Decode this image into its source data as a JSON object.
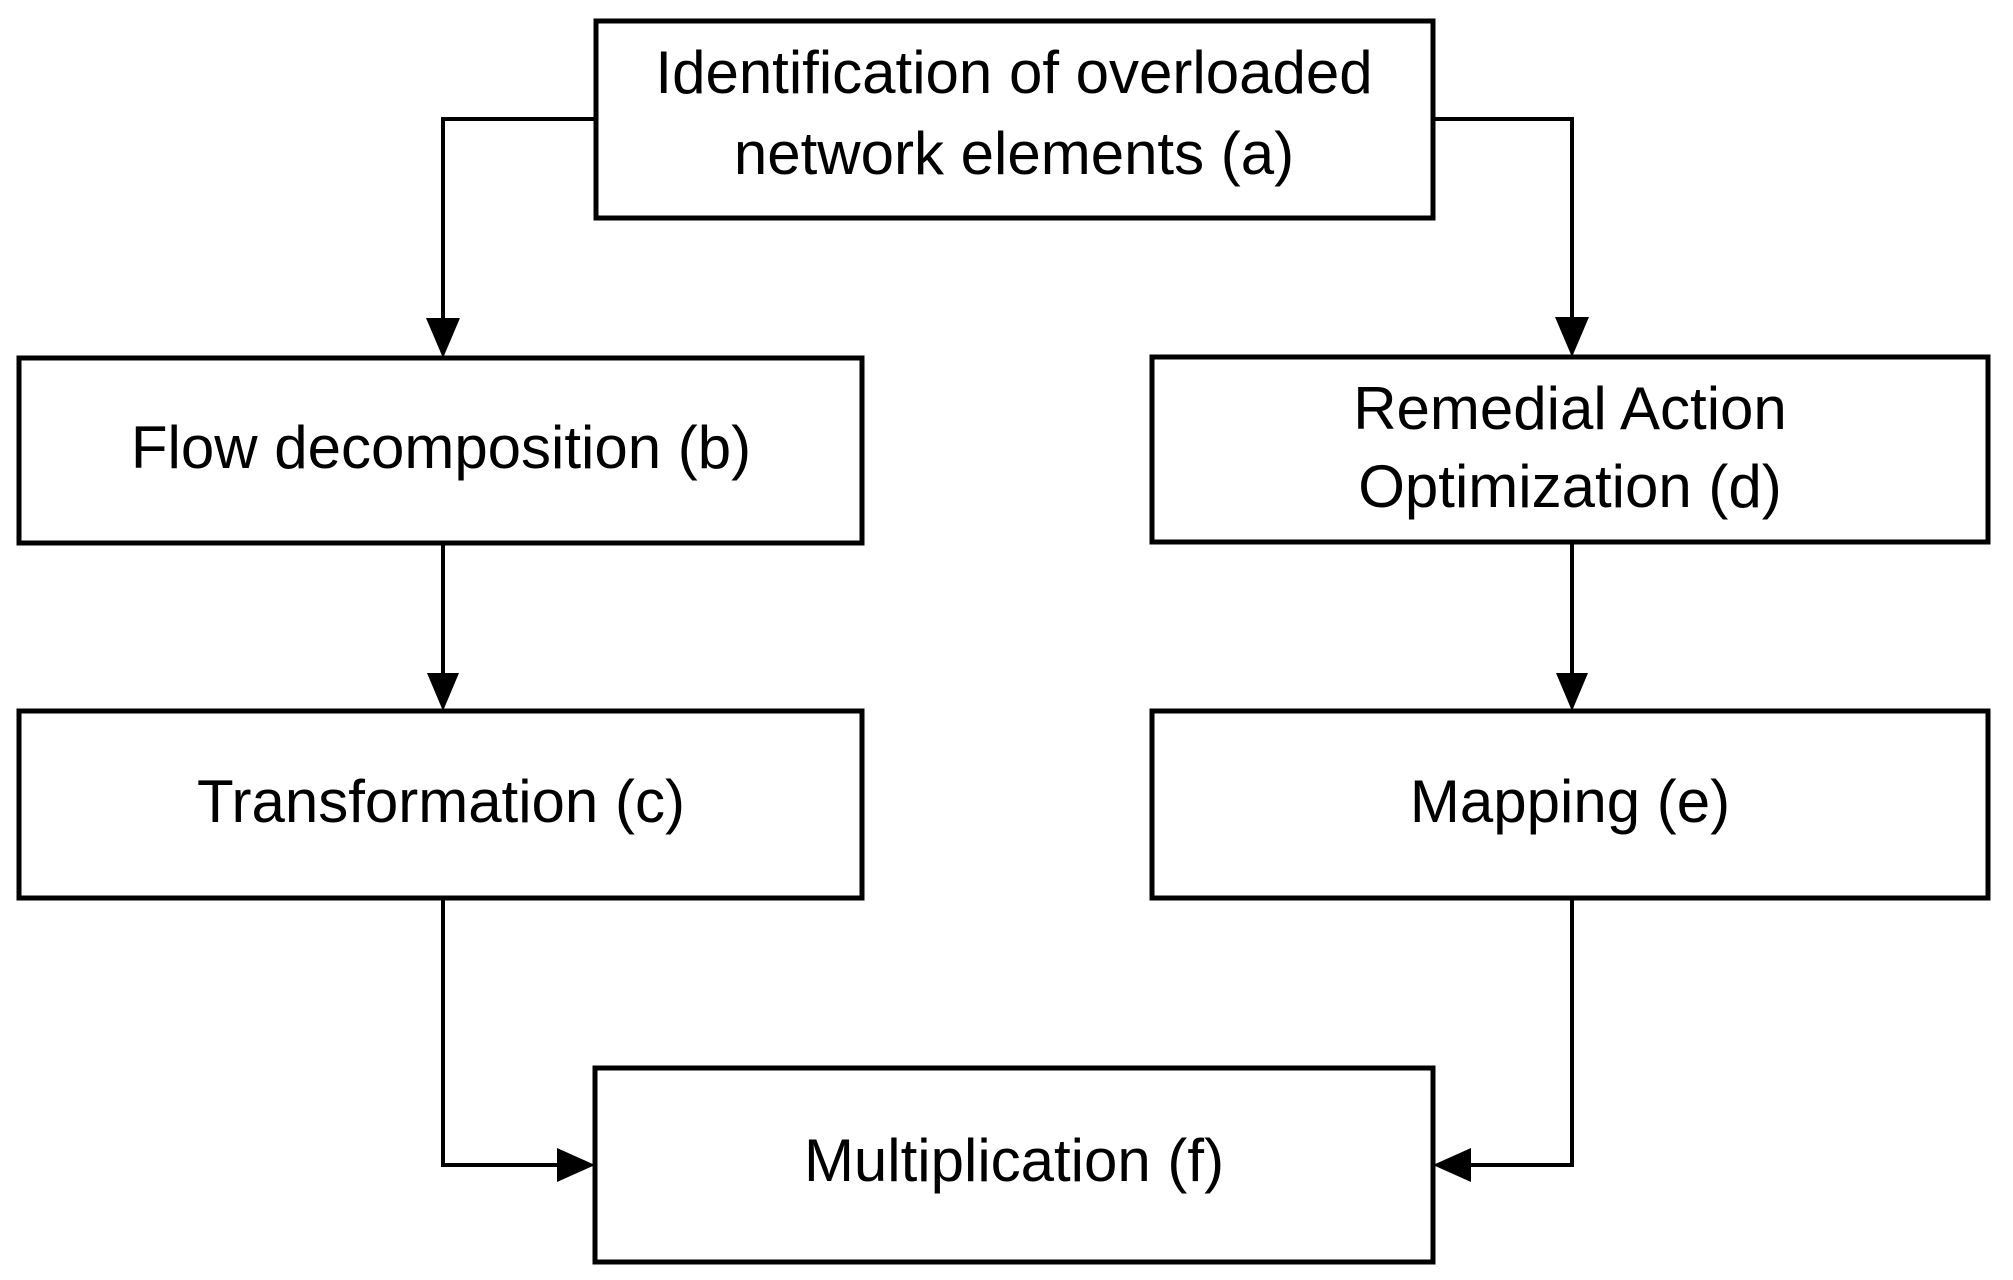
{
  "diagram": {
    "type": "flowchart",
    "background_color": "#ffffff",
    "line_color": "#000000",
    "box_fill": "#ffffff",
    "nodes": [
      {
        "id": "a",
        "label_line1": "Identification of overloaded",
        "label_line2": "network elements (a)",
        "full_label": "Identification of overloaded network elements (a)"
      },
      {
        "id": "b",
        "label_line1": "Flow decomposition (b)",
        "label_line2": "",
        "full_label": "Flow decomposition (b)"
      },
      {
        "id": "d",
        "label_line1": "Remedial Action",
        "label_line2": "Optimization (d)",
        "full_label": "Remedial Action Optimization (d)"
      },
      {
        "id": "c",
        "label_line1": "Transformation (c)",
        "label_line2": "",
        "full_label": "Transformation (c)"
      },
      {
        "id": "e",
        "label_line1": "Mapping (e)",
        "label_line2": "",
        "full_label": "Mapping (e)"
      },
      {
        "id": "f",
        "label_line1": "Multiplication (f)",
        "label_line2": "",
        "full_label": "Multiplication (f)"
      }
    ],
    "edges": [
      {
        "from": "a",
        "to": "b",
        "style": "elbow-left-down",
        "arrow": "down"
      },
      {
        "from": "a",
        "to": "d",
        "style": "elbow-right-down",
        "arrow": "down"
      },
      {
        "from": "b",
        "to": "c",
        "style": "straight-down",
        "arrow": "down"
      },
      {
        "from": "d",
        "to": "e",
        "style": "straight-down",
        "arrow": "down"
      },
      {
        "from": "c",
        "to": "f",
        "style": "elbow-down-right",
        "arrow": "right"
      },
      {
        "from": "e",
        "to": "f",
        "style": "elbow-down-left",
        "arrow": "left"
      }
    ]
  }
}
